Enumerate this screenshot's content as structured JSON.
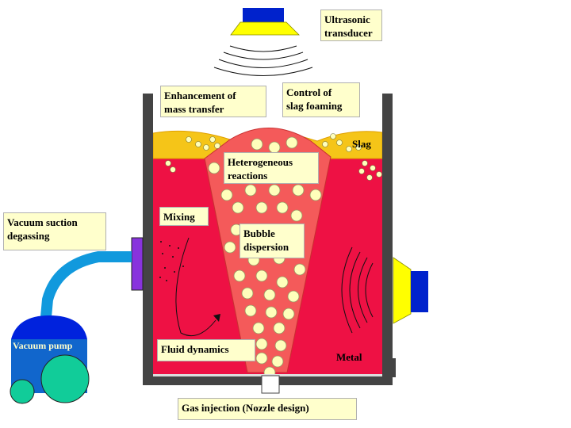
{
  "labels": {
    "ultrasonic_transducer": "Ultrasonic\ntransducer",
    "enhancement_mass_transfer": "Enhancement of\nmass transfer",
    "control_slag_foaming": "Control of\nslag foaming",
    "slag": "Slag",
    "heterogeneous_reactions": "Heterogeneous\nreactions",
    "vacuum_suction_degassing": "Vacuum suction\ndegassing",
    "mixing": "Mixing",
    "bubble_dispersion": "Bubble\ndispersion",
    "vacuum_pump": "Vacuum pump",
    "fluid_dynamics": "Fluid dynamics",
    "metal": "Metal",
    "gas_injection": "Gas injection (Nozzle design)"
  },
  "colors": {
    "metal": "#ee1144",
    "plume": "#f45a5a",
    "slag": "#f5c518",
    "bubble": "#ffffbb",
    "vessel_wall": "#444444",
    "transducer_head": "#0022cc",
    "transducer_body": "#ffff00",
    "suction_port": "#8833dd",
    "hose": "#1199dd",
    "pump_body": "#1166cc",
    "pump_dome": "#0022dd",
    "wheel": "#11cc99",
    "label_background": "#ffffcc"
  },
  "icons": {
    "top_transducer": "ultrasonic-transducer-icon",
    "side_transducer": "ultrasonic-transducer-icon",
    "sound_waves": "sound-wave-icon",
    "vacuum_pump": "vacuum-pump-icon",
    "flow_arrow": "circulation-arrow-icon"
  }
}
